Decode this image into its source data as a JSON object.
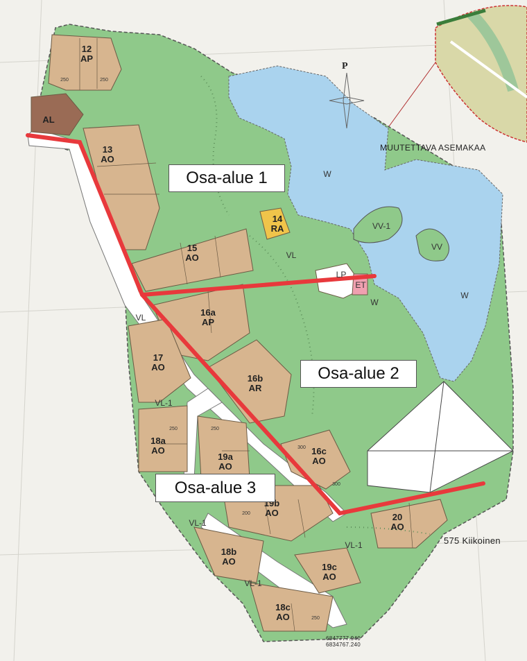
{
  "map": {
    "north_label": "P",
    "inset_label": "MUUTETTAVA ASEMAKAA",
    "place_label": "575 Kiikoinen",
    "areas": {
      "area1": "Osa-alue 1",
      "area2": "Osa-alue 2",
      "area3": "Osa-alue 3"
    },
    "blocks": [
      {
        "num": "12",
        "use": "AP"
      },
      {
        "num": "",
        "use": "AL"
      },
      {
        "num": "13",
        "use": "AO"
      },
      {
        "num": "14",
        "use": "RA"
      },
      {
        "num": "15",
        "use": "AO"
      },
      {
        "num": "16a",
        "use": "AP"
      },
      {
        "num": "17",
        "use": "AO"
      },
      {
        "num": "16b",
        "use": "AR"
      },
      {
        "num": "16c",
        "use": "AO"
      },
      {
        "num": "18a",
        "use": "AO"
      },
      {
        "num": "19a",
        "use": "AO"
      },
      {
        "num": "19b",
        "use": "AO"
      },
      {
        "num": "18b",
        "use": "AO"
      },
      {
        "num": "19c",
        "use": "AO"
      },
      {
        "num": "18c",
        "use": "AO"
      },
      {
        "num": "20",
        "use": "AO"
      }
    ],
    "zone_labels": [
      "W",
      "W",
      "W",
      "VV-1",
      "VV",
      "VL",
      "VL",
      "VL-1",
      "VL-1",
      "VL-1",
      "VL-1",
      "LP",
      "ET"
    ],
    "small_numbers": [
      "250",
      "250",
      "300",
      "300",
      "250",
      "250",
      "200",
      "250"
    ],
    "coordinates": [
      "6847777.940",
      "6834767.240"
    ],
    "colors": {
      "residential": "#d7b58f",
      "green": "#8fc98a",
      "water": "#aad3ee",
      "cut_line": "#e8393c",
      "al_block": "#9a6b55",
      "ra_block": "#f0c44a"
    }
  }
}
